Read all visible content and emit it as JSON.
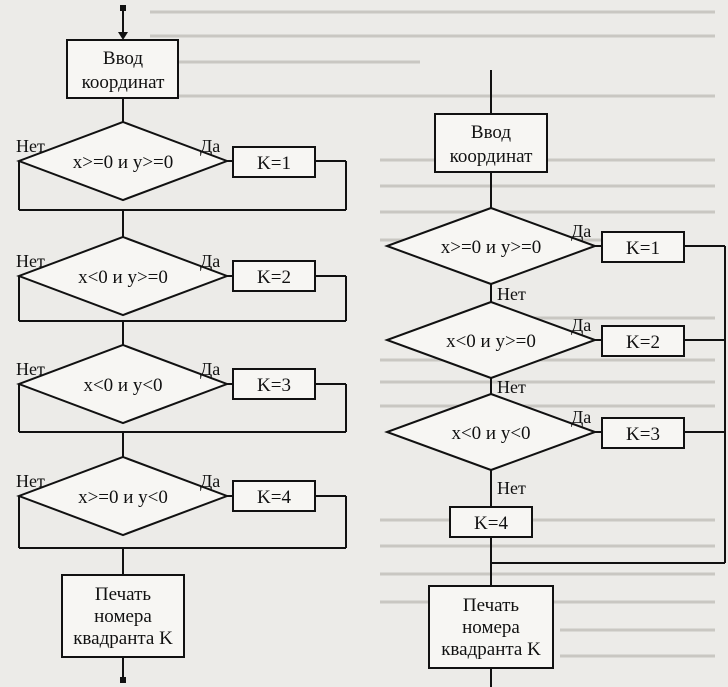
{
  "left": {
    "start": [
      "Ввод",
      "координат"
    ],
    "decisions": [
      {
        "cond": "x>=0 и y>=0",
        "no": "Нет",
        "yes": "Да",
        "action": "K=1"
      },
      {
        "cond": "x<0 и y>=0",
        "no": "Нет",
        "yes": "Да",
        "action": "K=2"
      },
      {
        "cond": "x<0 и y<0",
        "no": "Нет",
        "yes": "Да",
        "action": "K=3"
      },
      {
        "cond": "x>=0 и y<0",
        "no": "Нет",
        "yes": "Да",
        "action": "K=4"
      }
    ],
    "end": [
      "Печать",
      "номера",
      "квадранта K"
    ]
  },
  "right": {
    "start": [
      "Ввод",
      "координат"
    ],
    "decisions": [
      {
        "cond": "x>=0 и y>=0",
        "yes": "Да",
        "no": "Нет",
        "action": "K=1"
      },
      {
        "cond": "x<0 и y>=0",
        "yes": "Да",
        "no": "Нет",
        "action": "K=2"
      },
      {
        "cond": "x<0 и y<0",
        "yes": "Да",
        "no": "Нет",
        "action": "K=3"
      }
    ],
    "final_action": "K=4",
    "end": [
      "Печать",
      "номера",
      "квадранта K"
    ]
  }
}
